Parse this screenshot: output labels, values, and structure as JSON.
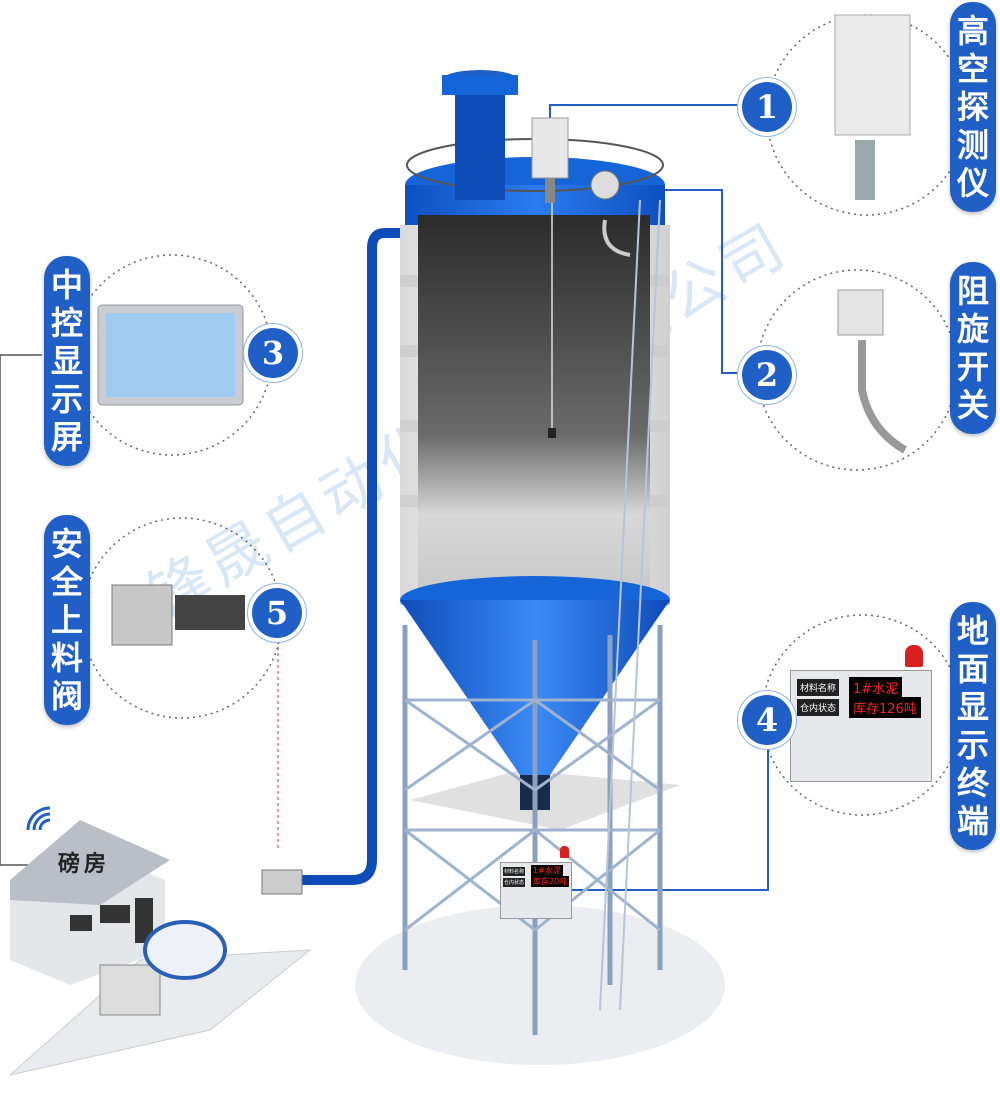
{
  "callouts": [
    {
      "id": "1",
      "label": "高空探测仪",
      "chars": [
        "高",
        "空",
        "探",
        "测",
        "仪"
      ]
    },
    {
      "id": "2",
      "label": "阻旋开关",
      "chars": [
        "阻",
        "旋",
        "开",
        "关"
      ]
    },
    {
      "id": "3",
      "label": "中控显示屏",
      "chars": [
        "中",
        "控",
        "显",
        "示",
        "屏"
      ]
    },
    {
      "id": "4",
      "label": "地面显示终端",
      "chars": [
        "地",
        "面",
        "显",
        "示",
        "终",
        "端"
      ]
    },
    {
      "id": "5",
      "label": "安全上料阀",
      "chars": [
        "安",
        "全",
        "上",
        "料",
        "阀"
      ]
    }
  ],
  "house_label": "磅房",
  "watermark": "锋晟自动化设备有限公司",
  "terminal_large": {
    "name_label": "材料名称",
    "name_value": "1#水泥",
    "status_label": "仓内状态",
    "stock_value": "库存126吨"
  },
  "terminal_small": {
    "name_label": "材料名称",
    "name_value": "1#水泥",
    "status_label": "仓内状态",
    "stock_value": "库存20吨"
  },
  "colors": {
    "accent": "#1f5fc6",
    "silo_blue": "#1565d8",
    "led_red": "#ff2020"
  }
}
